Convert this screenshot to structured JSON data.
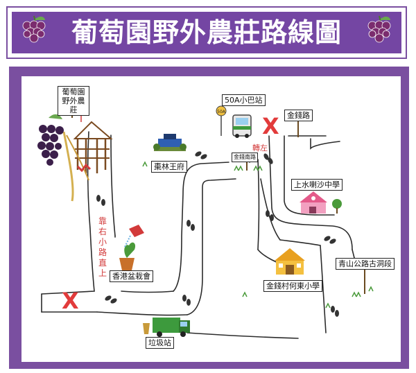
{
  "title": "葡萄園野外農莊路線圖",
  "colors": {
    "frame": "#7446a3",
    "road": "#2b2b2b",
    "accent_red": "#e23b3b",
    "text_red": "#d23a3a"
  },
  "labels": {
    "farm": "葡萄園野外農莊",
    "minibus": "50A小巴站",
    "minibus_sign": "50A",
    "kam_chin_road": "金錢路",
    "kam_chin_south_road": "金錢南路",
    "chong_lam": "棗林王府",
    "primary_school_top": "上水喇沙中學",
    "bonsai": "香港盆栽會",
    "primary_school": "金錢村何東小學",
    "ancient_trail": "青山公路古洞段",
    "refuse": "垃圾站"
  },
  "annotations": {
    "keep_right": "靠右小路直上",
    "turn_left": "轉左"
  },
  "icons": [
    "grape-icon",
    "location-pin-icon",
    "bus-icon",
    "house-icon",
    "school-icon",
    "flowerpot-icon",
    "garbage-truck-icon",
    "footprints-icon",
    "x-mark-icon"
  ],
  "marks": {
    "x_mark": "X"
  }
}
